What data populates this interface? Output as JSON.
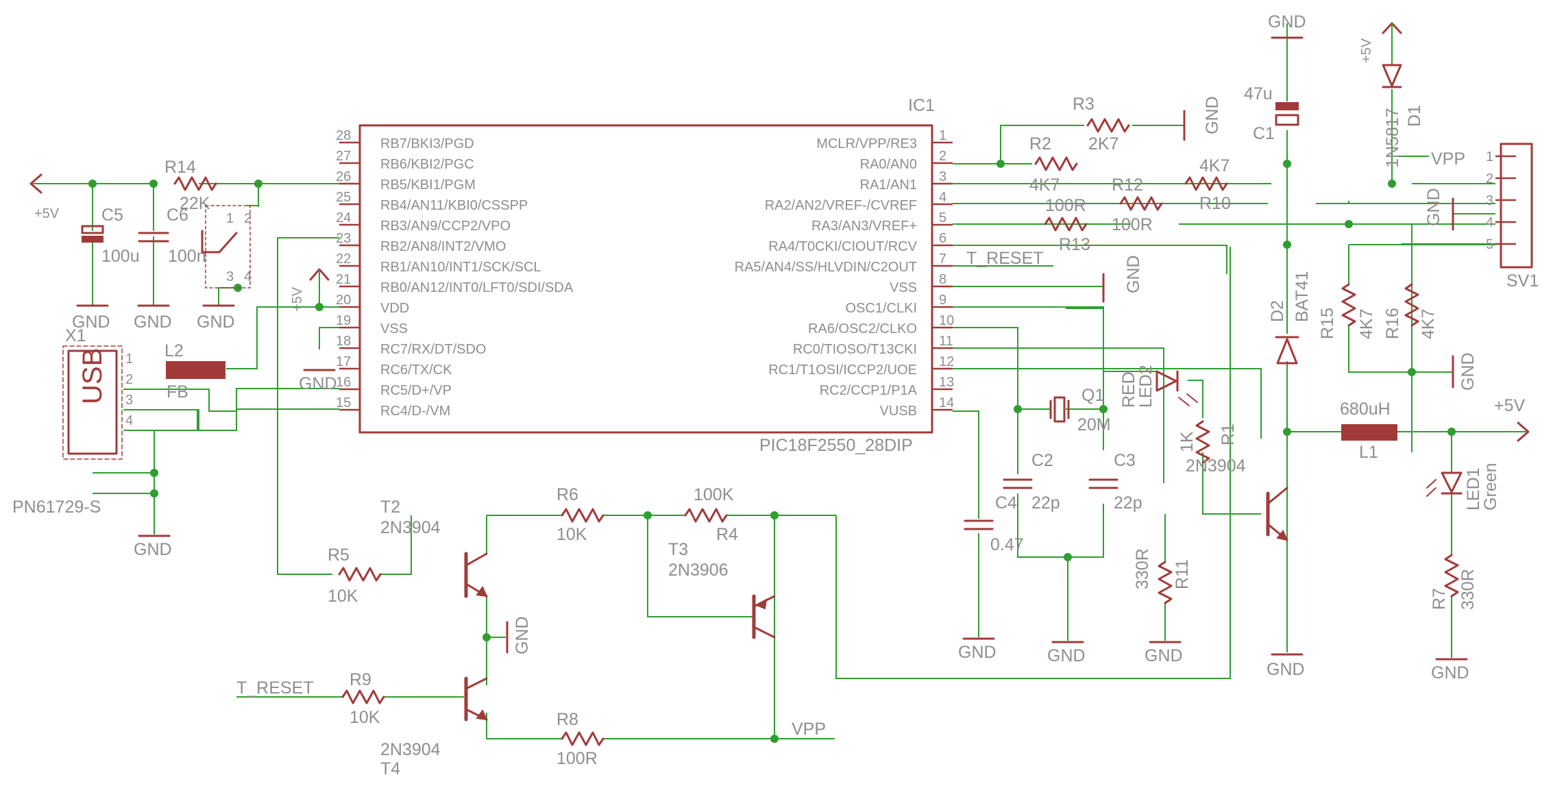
{
  "ic": {
    "ref": "IC1",
    "part": "PIC18F2550_28DIP",
    "left_pins": [
      {
        "num": "28",
        "name": "RB7/BKI3/PGD"
      },
      {
        "num": "27",
        "name": "RB6/KBI2/PGC"
      },
      {
        "num": "26",
        "name": "RB5/KBI1/PGM"
      },
      {
        "num": "25",
        "name": "RB4/AN11/KBI0/CSSPP"
      },
      {
        "num": "24",
        "name": "RB3/AN9/CCP2/VPO"
      },
      {
        "num": "23",
        "name": "RB2/AN8/INT2/VMO"
      },
      {
        "num": "22",
        "name": "RB1/AN10/INT1/SCK/SCL"
      },
      {
        "num": "21",
        "name": "RB0/AN12/INT0/LFT0/SDI/SDA"
      },
      {
        "num": "20",
        "name": "VDD"
      },
      {
        "num": "19",
        "name": "VSS"
      },
      {
        "num": "18",
        "name": "RC7/RX/DT/SDO"
      },
      {
        "num": "17",
        "name": "RC6/TX/CK"
      },
      {
        "num": "16",
        "name": "RC5/D+/VP"
      },
      {
        "num": "15",
        "name": "RC4/D-/VM"
      }
    ],
    "right_pins": [
      {
        "num": "1",
        "name": "MCLR/VPP/RE3"
      },
      {
        "num": "2",
        "name": "RA0/AN0"
      },
      {
        "num": "3",
        "name": "RA1/AN1"
      },
      {
        "num": "4",
        "name": "RA2/AN2/VREF-/CVREF"
      },
      {
        "num": "5",
        "name": "RA3/AN3/VREF+"
      },
      {
        "num": "6",
        "name": "RA4/T0CKI/CIOUT/RCV"
      },
      {
        "num": "7",
        "name": "RA5/AN4/SS/HLVDIN/C2OUT"
      },
      {
        "num": "8",
        "name": "VSS"
      },
      {
        "num": "9",
        "name": "OSC1/CLKI"
      },
      {
        "num": "10",
        "name": "RA6/OSC2/CLKO"
      },
      {
        "num": "11",
        "name": "RC0/TIOSO/T13CKI"
      },
      {
        "num": "12",
        "name": "RC1/T1OSI/ICCP2/UOE"
      },
      {
        "num": "13",
        "name": "RC2/CCP1/P1A"
      },
      {
        "num": "14",
        "name": "VUSB"
      }
    ]
  },
  "nets": {
    "gnd": "GND",
    "plus5v": "+5V",
    "vpp": "VPP",
    "t_reset": "T_RESET"
  },
  "components": {
    "r14": {
      "ref": "R14",
      "value": "22K"
    },
    "c5": {
      "ref": "C5",
      "value": "100u"
    },
    "c6": {
      "ref": "C6",
      "value": "100n"
    },
    "sw_pins": [
      "1",
      "2",
      "3",
      "4"
    ],
    "l2": {
      "ref": "L2",
      "value": "FB"
    },
    "x1": {
      "ref": "X1",
      "value": "PN61729-S",
      "body": "USB",
      "pins": [
        "1",
        "2",
        "3",
        "4"
      ]
    },
    "r3": {
      "ref": "R3",
      "value": "2K7"
    },
    "r2": {
      "ref": "R2",
      "value": "4K7"
    },
    "r_a1": {
      "value": "4K7"
    },
    "r12": {
      "ref": "R12",
      "value": "100R"
    },
    "r10": {
      "ref": "R10"
    },
    "r13": {
      "ref": "R13",
      "value": "100R"
    },
    "c1": {
      "ref": "C1",
      "value": "47u"
    },
    "d1": {
      "ref": "D1",
      "value": "1N5817"
    },
    "sv1": {
      "ref": "SV1",
      "pins": [
        "1",
        "2",
        "3",
        "4",
        "5"
      ]
    },
    "r15": {
      "ref": "R15",
      "value": "4K7"
    },
    "r16": {
      "ref": "R16",
      "value": "4K7"
    },
    "d2": {
      "ref": "D2",
      "value": "BAT41"
    },
    "led2": {
      "ref": "LED2",
      "value": "RED"
    },
    "r1": {
      "ref": "R1",
      "value": "1K"
    },
    "t1": {
      "value": "2N3904"
    },
    "l1": {
      "ref": "L1",
      "value": "680uH"
    },
    "led1": {
      "ref": "LED1",
      "value": "Green"
    },
    "r7": {
      "ref": "R7",
      "value": "330R"
    },
    "r11": {
      "ref": "R11",
      "value": "330R"
    },
    "q1": {
      "ref": "Q1",
      "value": "20M"
    },
    "c2": {
      "ref": "C2",
      "value": "22p"
    },
    "c3": {
      "ref": "C3",
      "value": "22p"
    },
    "c4": {
      "ref": "C4",
      "value": "0.47"
    },
    "t2": {
      "ref": "T2",
      "value": "2N3904"
    },
    "t3": {
      "ref": "T3",
      "value": "2N3906"
    },
    "t4": {
      "ref": "T4",
      "value": "2N3904"
    },
    "r5": {
      "ref": "R5",
      "value": "10K"
    },
    "r6": {
      "ref": "R6",
      "value": "10K"
    },
    "r4": {
      "ref": "R4",
      "value": "100K"
    },
    "r9": {
      "ref": "R9",
      "value": "10K"
    },
    "r8": {
      "ref": "R8",
      "value": "100R"
    }
  }
}
